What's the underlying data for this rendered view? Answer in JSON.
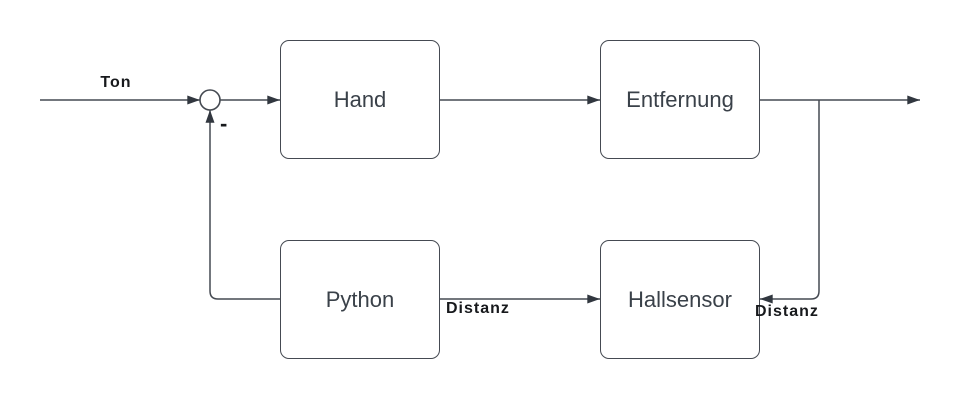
{
  "diagram": {
    "type": "feedback-control-loop-block-diagram",
    "colors": {
      "background": "#ffffff",
      "stroke": "#454a52",
      "arrowhead": "#31373f",
      "block_fill": "#ffffff",
      "block_text": "#3a4149",
      "signal_label_text": "#17191c"
    },
    "blocks": {
      "hand": {
        "label": "Hand"
      },
      "entfernung": {
        "label": "Entfernung"
      },
      "python": {
        "label": "Python"
      },
      "hallsensor": {
        "label": "Hallsensor"
      }
    },
    "summing_junction": {
      "sign": "-"
    },
    "signal_labels": {
      "input": "Ton",
      "python_to_hallsensor": "Distanz",
      "feedback_to_hallsensor": "Distanz"
    },
    "edges": [
      {
        "from": "input",
        "to": "summing-junction",
        "label": "Ton",
        "direction": "right"
      },
      {
        "from": "summing-junction",
        "to": "hand",
        "label": "",
        "direction": "right"
      },
      {
        "from": "hand",
        "to": "entfernung",
        "label": "",
        "direction": "right"
      },
      {
        "from": "entfernung",
        "to": "output",
        "label": "",
        "direction": "right"
      },
      {
        "from": "output-branch",
        "to": "hallsensor",
        "label": "Distanz",
        "direction": "down-then-left"
      },
      {
        "from": "python",
        "to": "hallsensor",
        "label": "Distanz",
        "direction": "right"
      },
      {
        "from": "python",
        "to": "summing-junction",
        "label": "-",
        "direction": "left-then-up"
      }
    ]
  }
}
